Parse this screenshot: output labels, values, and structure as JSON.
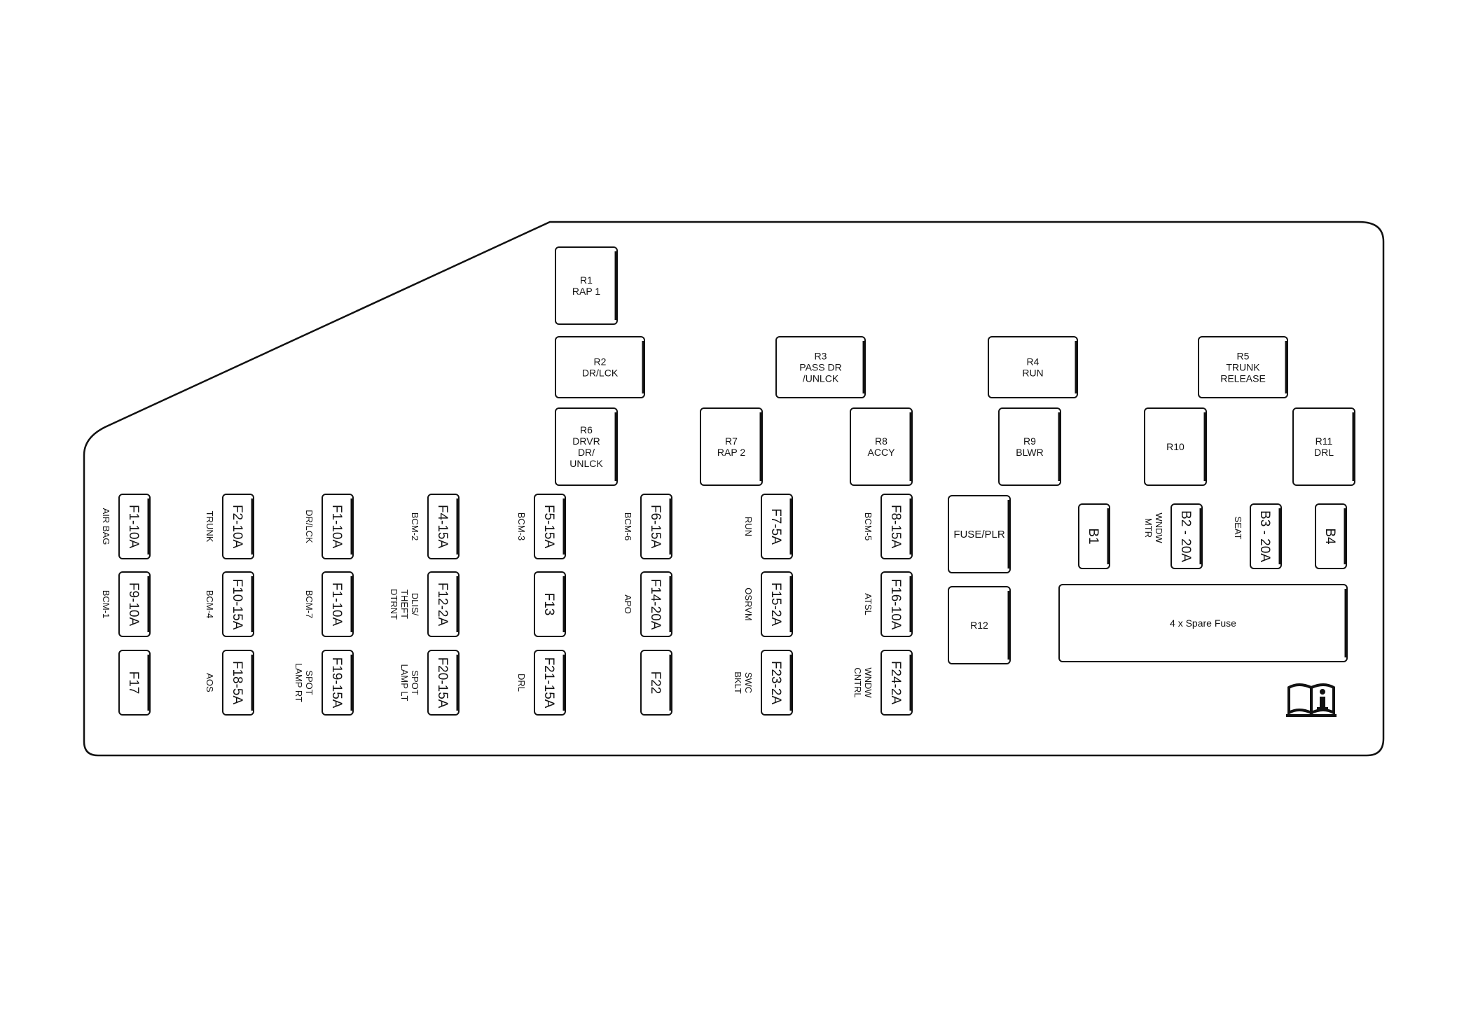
{
  "relays": {
    "r1": {
      "lines": [
        "R1",
        "RAP 1"
      ]
    },
    "r2": {
      "lines": [
        "R2",
        "DR/LCK"
      ]
    },
    "r3": {
      "lines": [
        "R3",
        "PASS DR",
        "/UNLCK"
      ]
    },
    "r4": {
      "lines": [
        "R4",
        "RUN"
      ]
    },
    "r5": {
      "lines": [
        "R5",
        "TRUNK",
        "RELEASE"
      ]
    },
    "r6": {
      "lines": [
        "R6",
        "DRVR",
        "DR/",
        "UNLCK"
      ]
    },
    "r7": {
      "lines": [
        "R7",
        "RAP 2"
      ]
    },
    "r8": {
      "lines": [
        "R8",
        "ACCY"
      ]
    },
    "r9": {
      "lines": [
        "R9",
        "BLWR"
      ]
    },
    "r10": {
      "lines": [
        "R10"
      ]
    },
    "r11": {
      "lines": [
        "R11",
        "DRL"
      ]
    },
    "r12": {
      "lines": [
        "R12"
      ]
    },
    "fuse_plr": {
      "lines": [
        "FUSE/PLR"
      ]
    }
  },
  "fuses": {
    "c1": [
      {
        "label": "F1-10A",
        "desc": [
          "AIR BAG"
        ]
      },
      {
        "label": "F9-10A",
        "desc": [
          "BCM-1"
        ]
      },
      {
        "label": "F17",
        "desc": []
      }
    ],
    "c2": [
      {
        "label": "F2-10A",
        "desc": [
          "TRUNK"
        ]
      },
      {
        "label": "F10-15A",
        "desc": [
          "BCM-4"
        ]
      },
      {
        "label": "F18-5A",
        "desc": [
          "AOS"
        ]
      }
    ],
    "c3": [
      {
        "label": "F1-10A",
        "desc": [
          "DR/LCK"
        ]
      },
      {
        "label": "F1-10A",
        "desc": [
          "BCM-7"
        ]
      },
      {
        "label": "F19-15A",
        "desc": [
          "SPOT",
          "LAMP RT"
        ]
      }
    ],
    "c4": [
      {
        "label": "F4-15A",
        "desc": [
          "BCM-2"
        ]
      },
      {
        "label": "F12-2A",
        "desc": [
          "DLIS/",
          "THEFT",
          "DTRNT"
        ]
      },
      {
        "label": "F20-15A",
        "desc": [
          "SPOT",
          "LAMP LT"
        ]
      }
    ],
    "c5": [
      {
        "label": "F5-15A",
        "desc": [
          "BCM-3"
        ]
      },
      {
        "label": "F13",
        "desc": []
      },
      {
        "label": "F21-15A",
        "desc": [
          "DRL"
        ]
      }
    ],
    "c6": [
      {
        "label": "F6-15A",
        "desc": [
          "BCM-6"
        ]
      },
      {
        "label": "F14-20A",
        "desc": [
          "APO"
        ]
      },
      {
        "label": "F22",
        "desc": []
      }
    ],
    "c7": [
      {
        "label": "F7-5A",
        "desc": [
          "RUN"
        ]
      },
      {
        "label": "F15-2A",
        "desc": [
          "OSRVM"
        ]
      },
      {
        "label": "F23-2A",
        "desc": [
          "SWC",
          "BKLT"
        ]
      }
    ],
    "c8": [
      {
        "label": "F8-15A",
        "desc": [
          "BCM-5"
        ]
      },
      {
        "label": "F16-10A",
        "desc": [
          "ATSL"
        ]
      },
      {
        "label": "F24-2A",
        "desc": [
          "WNDW",
          "CNTRL"
        ]
      }
    ]
  },
  "breakers": {
    "b1": {
      "label": "B1",
      "desc": []
    },
    "b2": {
      "label": "B2 - 20A",
      "desc": [
        "WNDW",
        "MTR"
      ]
    },
    "b3": {
      "label": "B3 - 20A",
      "desc": [
        "SEAT"
      ]
    },
    "b4": {
      "label": "B4",
      "desc": []
    }
  },
  "spare": {
    "label": "4 x Spare Fuse"
  },
  "manual_icon": {
    "icon": "manual-info-icon"
  }
}
